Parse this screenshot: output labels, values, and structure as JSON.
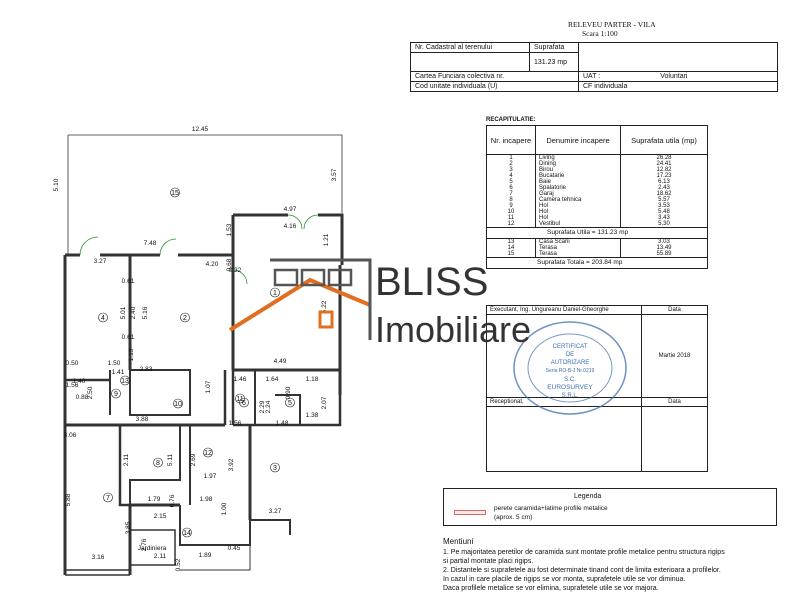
{
  "header": {
    "title_line1": "RELEVEU PARTER - VILA",
    "title_line2": "Scara 1:100"
  },
  "cadastral_table": {
    "nr_cadastral_label": "Nr. Cadastral al terenului",
    "suprafata_label": "Suprafata",
    "suprafata_value": "131.23 mp",
    "carte_label": "Cartea Funciara colectiva nr.",
    "uat_label": "UAT :",
    "uat_value": "Voluntari",
    "cod_label": "Cod unitate individuala (U)",
    "cf_label": "CF individuala"
  },
  "recap": {
    "title": "RECAPITULATIE:",
    "col_nr": "Nr. incapere",
    "col_name": "Denumire incapere",
    "col_area": "Suprafata utila (mp)",
    "rooms": [
      {
        "nr": "1",
        "name": "Living",
        "area": "26.28"
      },
      {
        "nr": "2",
        "name": "Dining",
        "area": "24.41"
      },
      {
        "nr": "3",
        "name": "Birou",
        "area": "12.82"
      },
      {
        "nr": "4",
        "name": "Bucatarie",
        "area": "17.23"
      },
      {
        "nr": "5",
        "name": "Baie",
        "area": "6.13"
      },
      {
        "nr": "6",
        "name": "Spalatorie",
        "area": "2.43"
      },
      {
        "nr": "7",
        "name": "Garaj",
        "area": "18.62"
      },
      {
        "nr": "8",
        "name": "Camera tehnica",
        "area": "5.57"
      },
      {
        "nr": "9",
        "name": "Hol",
        "area": "3.53"
      },
      {
        "nr": "10",
        "name": "Hol",
        "area": "5.48"
      },
      {
        "nr": "11",
        "name": "Hol",
        "area": "3.43"
      },
      {
        "nr": "12",
        "name": "Vestibul",
        "area": "5.30"
      }
    ],
    "useful_total": "Suprafata Utila = 131.23 mp",
    "extra_rooms": [
      {
        "nr": "13",
        "name": "Casa Scarii",
        "area": "3.03"
      },
      {
        "nr": "14",
        "name": "Terasa",
        "area": "13.49"
      },
      {
        "nr": "15",
        "name": "Terasa",
        "area": "55.89"
      }
    ],
    "grand_total": "Suprafata Totala = 203.84 mp"
  },
  "signature": {
    "executant": "Executant, Ing. Ungureanu Daniel-Gheorghe",
    "data_label": "Data",
    "date_value": "Martie 2018",
    "receptionat": "Receptionat,"
  },
  "stamp": {
    "center_lines": [
      "CERTIFICAT",
      "DE",
      "AUTORIZARE",
      "Seria RO-B-J Nr.0219"
    ],
    "company": "S.C.",
    "company2": "EUROSURVEY",
    "company3": "S.R.L."
  },
  "watermark": {
    "brand": "BLISS",
    "sub": "Imobiliare"
  },
  "legend": {
    "title": "Legenda",
    "item_line1": "perete caramida+latime profile metalice",
    "item_line2": "(aprox. 5 cm)"
  },
  "mentions": {
    "title": "Mentiuni",
    "lines": [
      "1. Pe majoritatea peretilor de caramida sunt montate profile metalice pentru structura rigips",
      "si partial montate placi rigips.",
      "2. Distantele si suprafetele au fost determinate tinand cont de limita exterioara a profilelor.",
      "In cazul in care placile de rigips se vor monta, suprafetele utile se vor diminua.",
      "Daca profilele metalice se vor elimina, suprafetele utile se vor majora."
    ]
  },
  "plan": {
    "dims": [
      "12.45",
      "5.10",
      "3.57",
      "4.97",
      "4.16",
      "1.53",
      "1.21",
      "7.48",
      "3.27",
      "4.20",
      "0.68",
      "0.32",
      "0.61",
      "5.01",
      "5.16",
      "2.40",
      "0.61",
      "1.13",
      "1.50",
      "1.41",
      "0.50",
      "1.40",
      "1.56",
      "0.88",
      "2.50",
      "2.83",
      "1.07",
      "1.46",
      "1.64",
      "0.90",
      "1.18",
      "2.07",
      "4.49",
      "5.22",
      "2.29",
      "2.24",
      "1.38",
      "1.56",
      "1.48",
      "3.88",
      "3.06",
      "2.11",
      "5.11",
      "2.69",
      "1.97",
      "3.92",
      "5.88",
      "1.79",
      "0.76",
      "1.98",
      "1.00",
      "3.27",
      "2.15",
      "3.85",
      "2.76",
      "3.16",
      "2.11",
      "1.89",
      "0.45",
      "0.52"
    ],
    "room_numbers": [
      "1",
      "2",
      "3",
      "4",
      "5",
      "6",
      "7",
      "8",
      "9",
      "10",
      "11",
      "12",
      "13",
      "14",
      "15"
    ],
    "jardiniera": "Jardiniera"
  }
}
